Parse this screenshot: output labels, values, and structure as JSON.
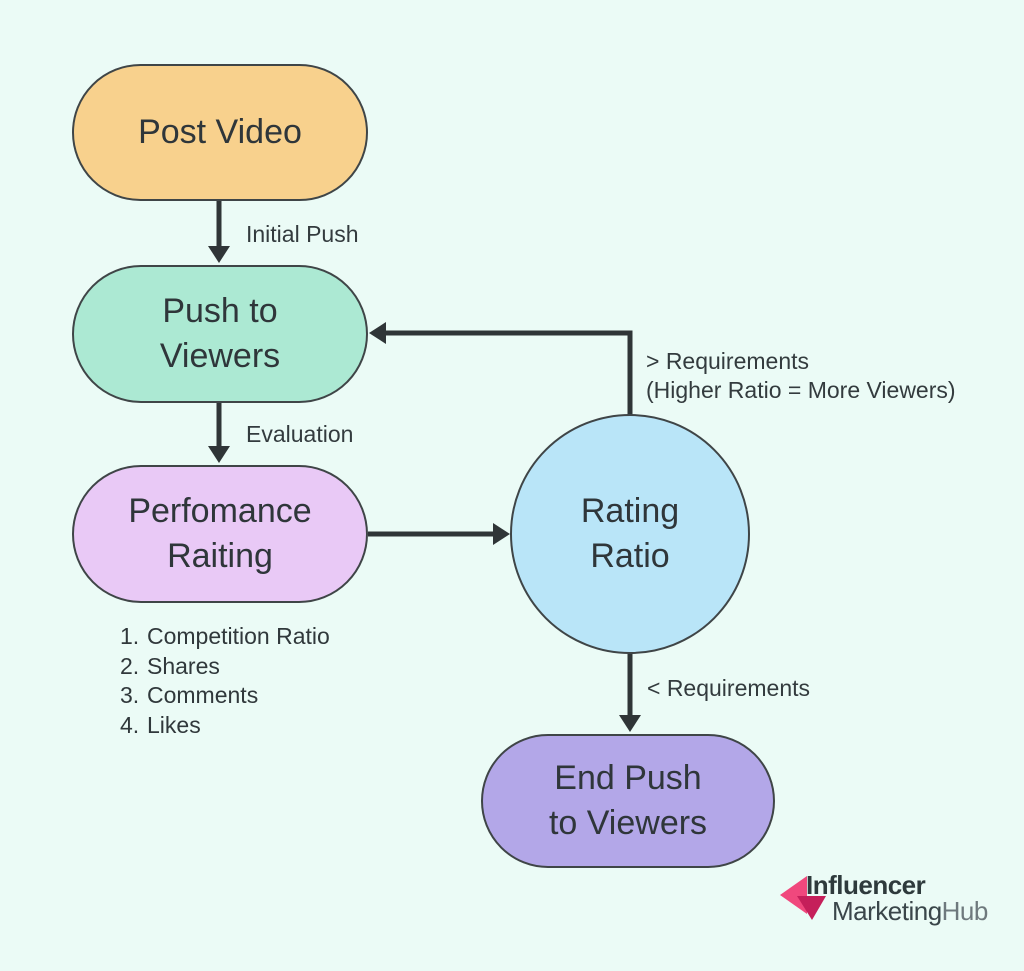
{
  "colors": {
    "background": "#EBFBF6",
    "node_border": "#3F4547",
    "arrow": "#2F3537",
    "post_video_fill": "#F8D18D",
    "push_viewers_fill": "#ACE9D3",
    "performance_fill": "#E9C9F6",
    "rating_circle_fill": "#B9E5F8",
    "end_push_fill": "#B3A7E8",
    "logo_pink_light": "#F0487D",
    "logo_pink_dark": "#C51F5A"
  },
  "nodes": {
    "post_video": {
      "label": "Post Video"
    },
    "push_to_viewers": {
      "line1": "Push to",
      "line2": "Viewers"
    },
    "performance_rating": {
      "line1": "Perfomance",
      "line2": "Raiting"
    },
    "rating_ratio": {
      "line1": "Rating",
      "line2": "Ratio"
    },
    "end_push": {
      "line1": "End Push",
      "line2": "to Viewers"
    }
  },
  "edge_labels": {
    "initial_push": "Initial Push",
    "evaluation": "Evaluation",
    "above_requirements_line1": "> Requirements",
    "above_requirements_line2": "(Higher Ratio = More Viewers)",
    "below_requirements": "< Requirements"
  },
  "criteria_list": {
    "items": [
      {
        "num": "1.",
        "text": "Competition Ratio"
      },
      {
        "num": "2.",
        "text": "Shares"
      },
      {
        "num": "3.",
        "text": "Comments"
      },
      {
        "num": "4.",
        "text": "Likes"
      }
    ]
  },
  "logo": {
    "line1": "Influencer",
    "line2_part1": "Marketing",
    "line2_part2": "Hub"
  }
}
